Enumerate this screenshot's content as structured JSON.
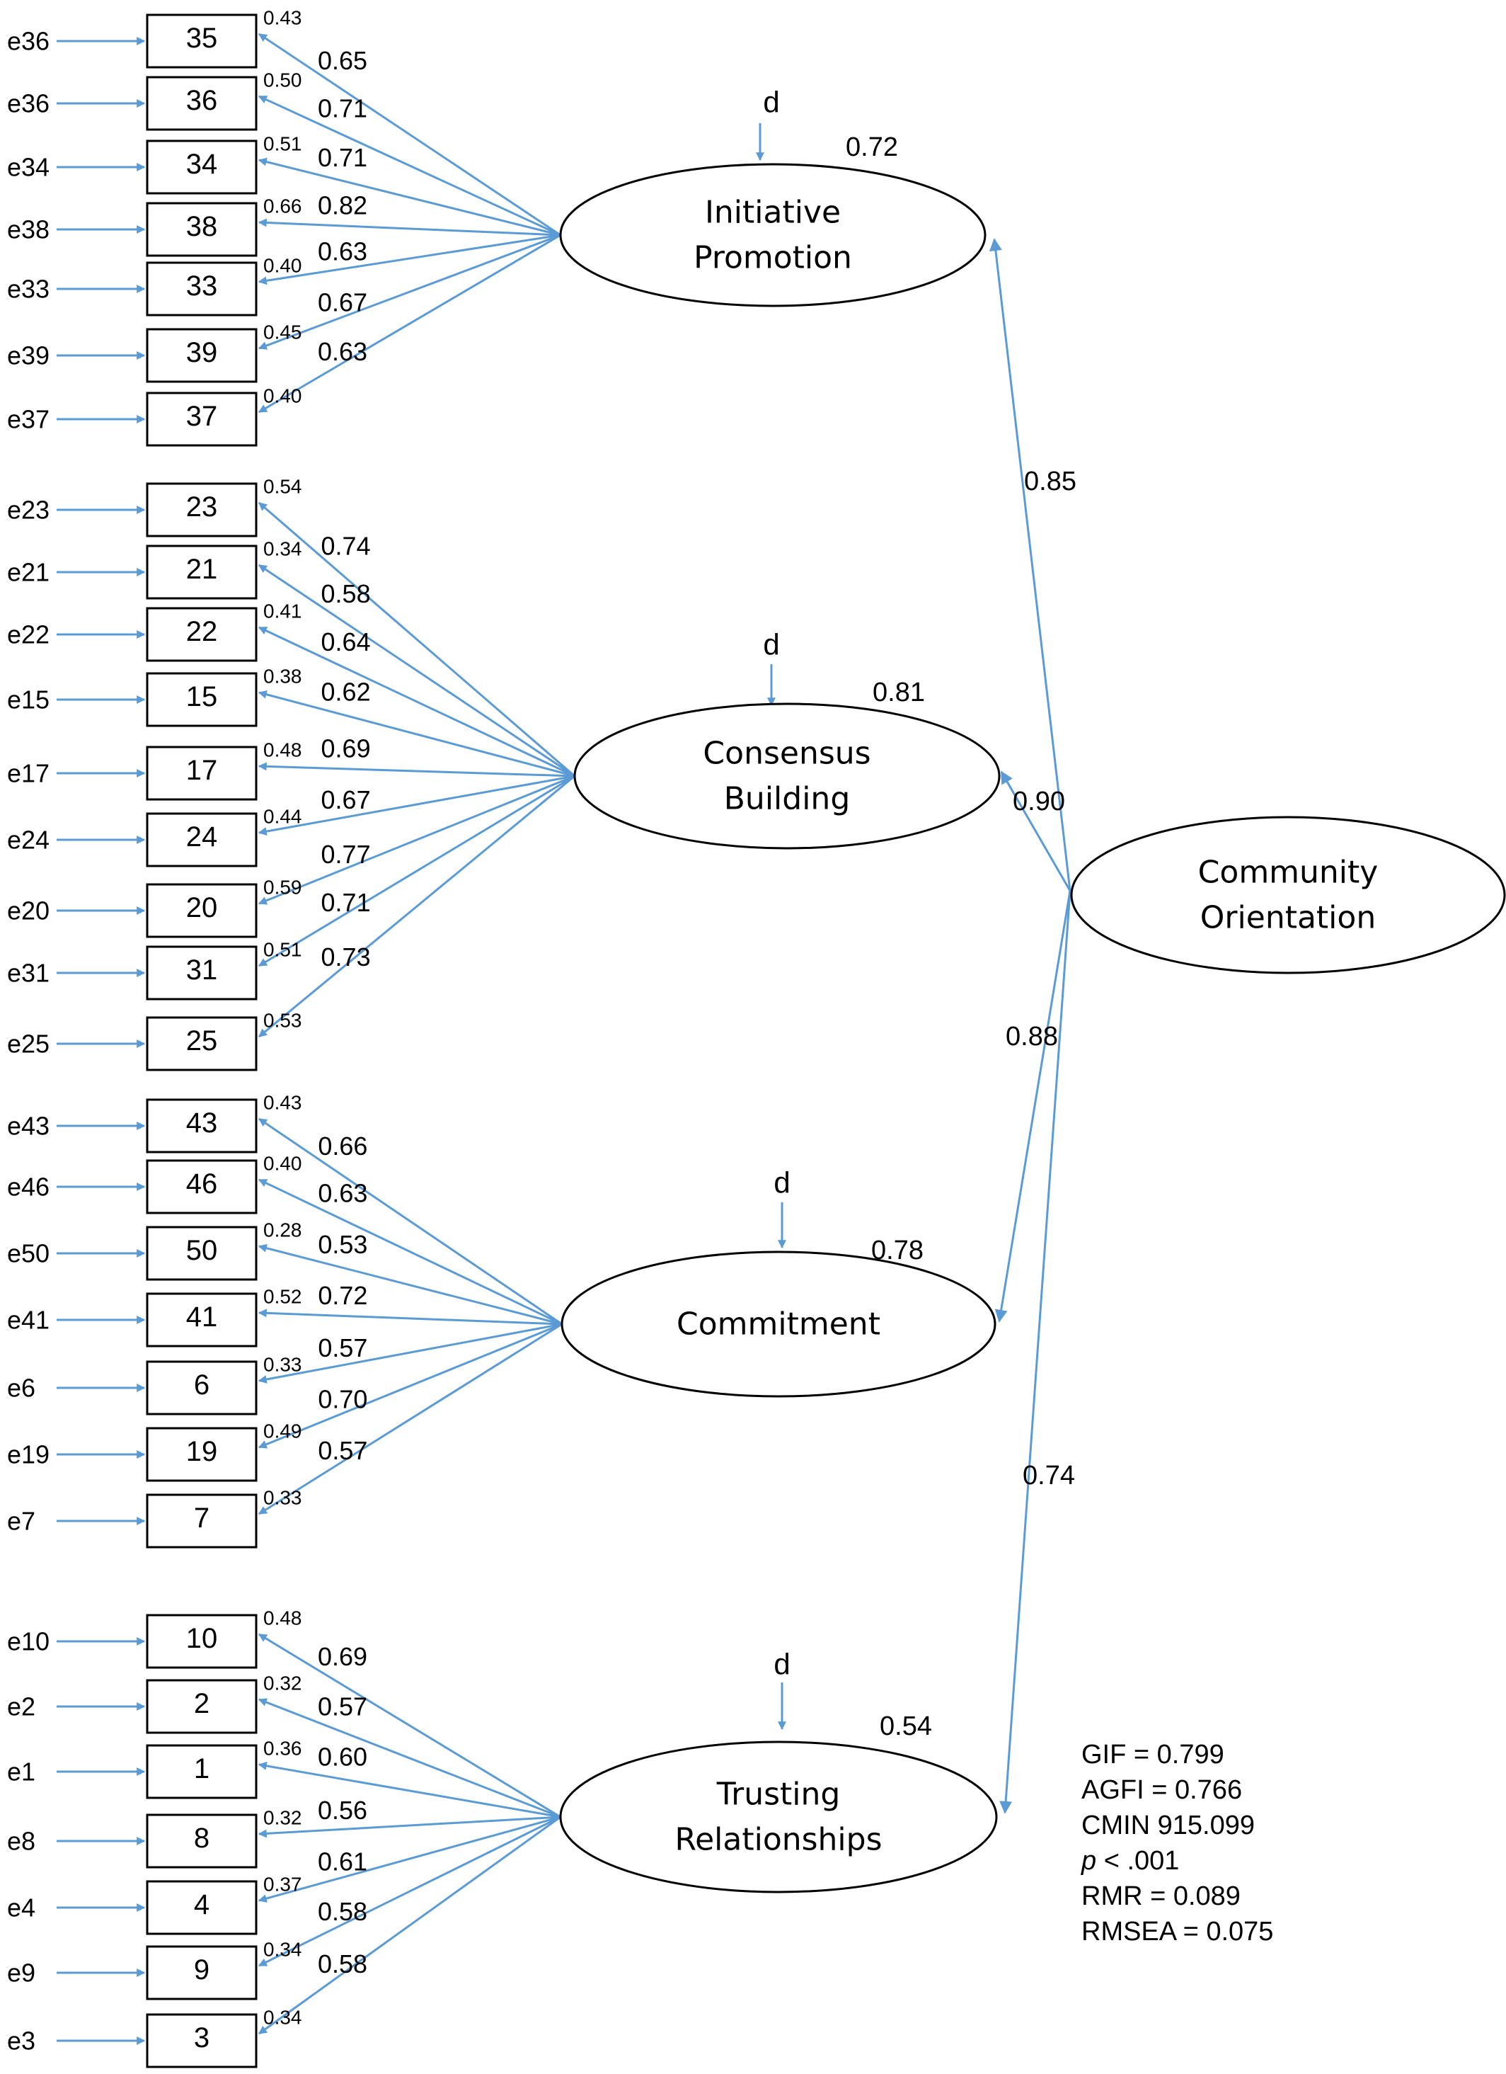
{
  "factors": [
    {
      "id": "ip",
      "label_lines": [
        "Initiative",
        "Promotion"
      ],
      "disturbance": "d",
      "r2": "0.72",
      "items": [
        {
          "error": "e36",
          "item": "35",
          "r2": "0.43",
          "loading": "0.65"
        },
        {
          "error": "e36",
          "item": "36",
          "r2": "0.50",
          "loading": "0.71"
        },
        {
          "error": "e34",
          "item": "34",
          "r2": "0.51",
          "loading": "0.71"
        },
        {
          "error": "e38",
          "item": "38",
          "r2": "0.66",
          "loading": "0.82"
        },
        {
          "error": "e33",
          "item": "33",
          "r2": "0.40",
          "loading": "0.63"
        },
        {
          "error": "e39",
          "item": "39",
          "r2": "0.45",
          "loading": "0.67"
        },
        {
          "error": "e37",
          "item": "37",
          "r2": "0.40",
          "loading": "0.63"
        }
      ]
    },
    {
      "id": "cb",
      "label_lines": [
        "Consensus",
        "Building"
      ],
      "disturbance": "d",
      "r2": "0.81",
      "items": [
        {
          "error": "e23",
          "item": "23",
          "r2": "0.54",
          "loading": "0.74"
        },
        {
          "error": "e21",
          "item": "21",
          "r2": "0.34",
          "loading": "0.58"
        },
        {
          "error": "e22",
          "item": "22",
          "r2": "0.41",
          "loading": "0.64"
        },
        {
          "error": "e15",
          "item": "15",
          "r2": "0.38",
          "loading": "0.62"
        },
        {
          "error": "e17",
          "item": "17",
          "r2": "0.48",
          "loading": "0.69"
        },
        {
          "error": "e24",
          "item": "24",
          "r2": "0.44",
          "loading": "0.67"
        },
        {
          "error": "e20",
          "item": "20",
          "r2": "0.59",
          "loading": "0.77"
        },
        {
          "error": "e31",
          "item": "31",
          "r2": "0.51",
          "loading": "0.71"
        },
        {
          "error": "e25",
          "item": "25",
          "r2": "0.53",
          "loading": "0.73"
        }
      ]
    },
    {
      "id": "cm",
      "label_lines": [
        "Commitment"
      ],
      "disturbance": "d",
      "r2": "0.78",
      "items": [
        {
          "error": "e43",
          "item": "43",
          "r2": "0.43",
          "loading": "0.66"
        },
        {
          "error": "e46",
          "item": "46",
          "r2": "0.40",
          "loading": "0.63"
        },
        {
          "error": "e50",
          "item": "50",
          "r2": "0.28",
          "loading": "0.53"
        },
        {
          "error": "e41",
          "item": "41",
          "r2": "0.52",
          "loading": "0.72"
        },
        {
          "error": "e6",
          "item": "6",
          "r2": "0.33",
          "loading": "0.57"
        },
        {
          "error": "e19",
          "item": "19",
          "r2": "0.49",
          "loading": "0.70"
        },
        {
          "error": "e7",
          "item": "7",
          "r2": "0.33",
          "loading": "0.57"
        }
      ]
    },
    {
      "id": "tr",
      "label_lines": [
        "Trusting",
        "Relationships"
      ],
      "disturbance": "d",
      "r2": "0.54",
      "items": [
        {
          "error": "e10",
          "item": "10",
          "r2": "0.48",
          "loading": "0.69"
        },
        {
          "error": "e2",
          "item": "2",
          "r2": "0.32",
          "loading": "0.57"
        },
        {
          "error": "e1",
          "item": "1",
          "r2": "0.36",
          "loading": "0.60"
        },
        {
          "error": "e8",
          "item": "8",
          "r2": "0.32",
          "loading": "0.56"
        },
        {
          "error": "e4",
          "item": "4",
          "r2": "0.37",
          "loading": "0.61"
        },
        {
          "error": "e9",
          "item": "9",
          "r2": "0.34",
          "loading": "0.58"
        },
        {
          "error": "e3",
          "item": "3",
          "r2": "0.34",
          "loading": "0.58"
        }
      ]
    }
  ],
  "second_order": {
    "label_lines": [
      "Community",
      "Orientation"
    ],
    "paths": [
      {
        "to": "ip",
        "value": "0.85"
      },
      {
        "to": "cb",
        "value": "0.90"
      },
      {
        "to": "cm",
        "value": "0.88"
      },
      {
        "to": "tr",
        "value": "0.74"
      }
    ]
  },
  "fit_stats": [
    {
      "text": "GIF = 0.799"
    },
    {
      "text": "AGFI = 0.766"
    },
    {
      "text": "CMIN 915.099"
    },
    {
      "p": "p",
      "text": " < .001"
    },
    {
      "text": "RMR = 0.089"
    },
    {
      "text": "RMSEA = 0.075"
    }
  ],
  "colors": {
    "path": "#5b9bd5",
    "stroke": "#000000",
    "text": "#000000"
  }
}
